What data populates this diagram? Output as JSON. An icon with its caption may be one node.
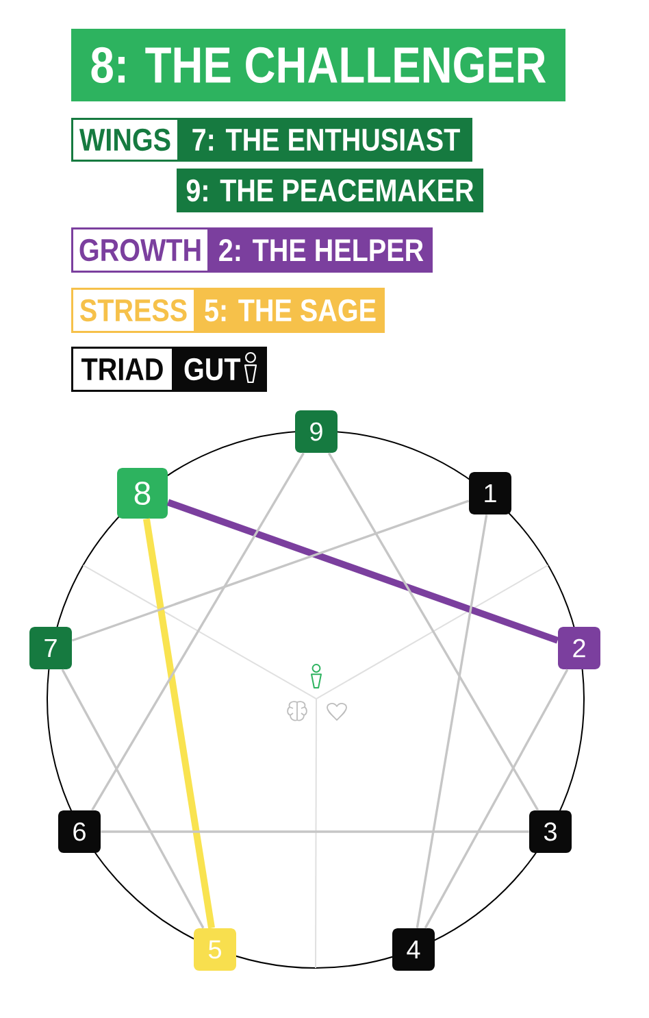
{
  "diagram": {
    "title": "8: THE CHALLENGER",
    "nodes": [
      {
        "text": [
          "WINGS"
        ]
      },
      {
        "text": [
          "7: THE ENTHUSIAST"
        ]
      },
      {
        "text": [
          "9: THE PEACEMAKER"
        ]
      },
      {
        "text": [
          "GROWTH"
        ]
      },
      {
        "text": [
          "2: THE HELPER"
        ]
      },
      {
        "text": [
          "STRESS"
        ]
      },
      {
        "text": [
          "5: THE SAGE"
        ]
      },
      {
        "text": [
          "TRIAD"
        ]
      },
      {
        "text": [
          "GUT"
        ]
      },
      {
        "text": [
          "9"
        ]
      },
      {
        "text": [
          "8"
        ]
      },
      {
        "text": [
          "1"
        ]
      },
      {
        "text": [
          "7"
        ]
      },
      {
        "text": [
          "2"
        ]
      },
      {
        "text": [
          "6"
        ]
      },
      {
        "text": [
          "3"
        ]
      },
      {
        "text": [
          "5"
        ]
      },
      {
        "text": [
          "4"
        ]
      }
    ],
    "edges": [
      {
        "from": 10,
        "to": 13,
        "arrow": "none",
        "style": "thick",
        "color": "#7b3f9e"
      },
      {
        "from": 10,
        "to": 16,
        "arrow": "none",
        "style": "thick",
        "color": "#f9e350"
      },
      {
        "from": 9,
        "to": 15,
        "arrow": "none"
      },
      {
        "from": 9,
        "to": 14,
        "arrow": "none"
      },
      {
        "from": 14,
        "to": 15,
        "arrow": "none"
      },
      {
        "from": 11,
        "to": 17,
        "arrow": "none"
      },
      {
        "from": 17,
        "to": 13,
        "arrow": "none"
      },
      {
        "from": 16,
        "to": 12,
        "arrow": "none"
      },
      {
        "from": 12,
        "to": 11,
        "arrow": "none"
      }
    ]
  }
}
